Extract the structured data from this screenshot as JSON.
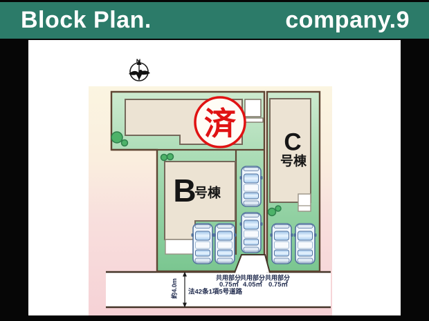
{
  "header": {
    "title": "Block Plan.",
    "brand": "company.9"
  },
  "compass": {
    "north": "N"
  },
  "plan": {
    "stamp": "済",
    "building_b": {
      "letter": "B",
      "suffix": "号棟"
    },
    "building_c": {
      "letter": "C",
      "suffix": "号棟"
    },
    "common_areas": [
      {
        "label": "共用部分",
        "value": "0.75㎡"
      },
      {
        "label": "共用部分",
        "value": "4.05㎡"
      },
      {
        "label": "共用部分",
        "value": "0.75㎡"
      }
    ],
    "road": {
      "name": "法42条1項5号道路",
      "width": "約4.0m"
    },
    "counts": {
      "cars": 6,
      "trees": 6,
      "parcels": 3
    }
  },
  "colors": {
    "header_bg": "#2c7b69",
    "parcel_green": "#8ccb9b",
    "parcel_border": "#5f4533",
    "building_fill": "#ece3d3",
    "stamp_red": "#e01313",
    "label_navy": "#1f2a4d",
    "bg_cream": "#fbf5e1",
    "bg_pink": "#f6d2d6"
  }
}
